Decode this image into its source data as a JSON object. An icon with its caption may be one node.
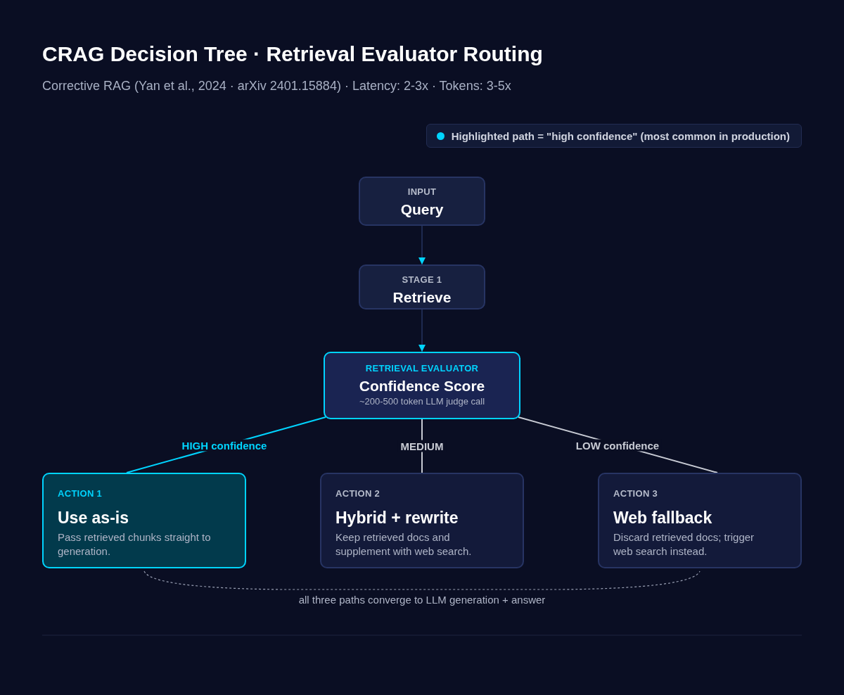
{
  "diagram": {
    "title": "CRAG Decision Tree · Retrieval Evaluator Routing",
    "caption": "Corrective RAG (Yan et al., 2024 · arXiv 2401.15884) · Latency: 2-3x · Tokens: 3-5x",
    "nodes": [
      {
        "text": [
          "INPUT",
          "Query"
        ]
      },
      {
        "text": [
          "STAGE 1",
          "Retrieve"
        ]
      },
      {
        "text": [
          "RETRIEVAL EVALUATOR",
          "Confidence Score",
          "~200-500 token LLM judge call"
        ]
      },
      {
        "text": [
          "ACTION 1",
          "Use as-is",
          "Pass retrieved chunks straight to generation."
        ]
      },
      {
        "text": [
          "ACTION 2",
          "Hybrid + rewrite",
          "Keep retrieved docs and supplement with web search."
        ]
      },
      {
        "text": [
          "ACTION 3",
          "Web fallback",
          "Discard retrieved docs; trigger web search instead."
        ]
      }
    ],
    "edges": [
      {
        "from": 0,
        "to": 1,
        "arrow": "to",
        "color": "#1e2a50"
      },
      {
        "from": 1,
        "to": 2,
        "arrow": "to",
        "color": "#1e2a50"
      },
      {
        "from": 2,
        "to": 3,
        "arrow": "none",
        "label": "HIGH confidence",
        "color": "#00d4ff"
      },
      {
        "from": 2,
        "to": 4,
        "arrow": "none",
        "label": "MEDIUM",
        "color": "#c8cbd4"
      },
      {
        "from": 2,
        "to": 5,
        "arrow": "none",
        "label": "LOW confidence",
        "color": "#c8cbd4"
      },
      {
        "from": 3,
        "to": 5,
        "arrow": "none",
        "style": "dashed",
        "color": "#9aa0b4"
      }
    ],
    "labels": [
      "all three paths converge to LLM generation + answer"
    ],
    "legend": [
      {
        "text": "Highlighted path = \"high confidence\" (most common in production)",
        "color": "#00d4ff"
      }
    ]
  }
}
